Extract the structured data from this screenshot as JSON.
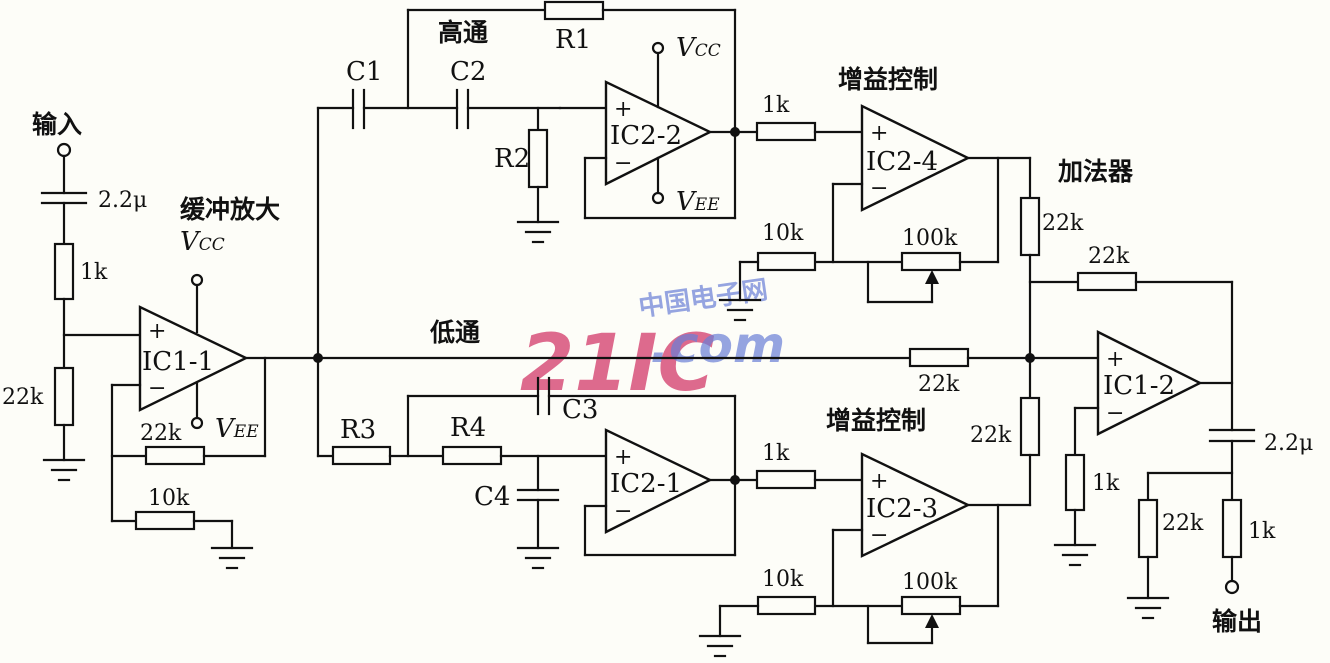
{
  "labels": {
    "input": "输入",
    "output": "输出",
    "buffer_amp": "缓冲放大",
    "high_pass": "高通",
    "low_pass": "低通",
    "gain_control_top": "增益控制",
    "gain_control_bottom": "增益控制",
    "adder": "加法器"
  },
  "opamps": {
    "ic1_1": "IC1-1",
    "ic1_2": "IC1-2",
    "ic2_1": "IC2-1",
    "ic2_2": "IC2-2",
    "ic2_3": "IC2-3",
    "ic2_4": "IC2-4"
  },
  "supplies": {
    "vcc_v": "V",
    "vcc_sub": "CC",
    "vee_v": "V",
    "vee_sub": "EE"
  },
  "components": {
    "c_in": "2.2μ",
    "r_in_series": "1k",
    "r_in_shunt": "22k",
    "r_ic11_fb": "22k",
    "r_ic11_gnd": "10k",
    "c1": "C1",
    "c2": "C2",
    "r1": "R1",
    "r2": "R2",
    "r3": "R3",
    "r4": "R4",
    "c3": "C3",
    "c4": "C4",
    "r_top_in": "1k",
    "r_bot_in": "1k",
    "r_top_gnd": "10k",
    "r_bot_gnd": "10k",
    "pot_top": "100k",
    "pot_bot": "100k",
    "r_sum_top": "22k",
    "r_sum_bot": "22k",
    "r_sum_low": "22k",
    "r_ic12_fb": "22k",
    "r_ic12_gnd": "1k",
    "c_out": "2.2μ",
    "r_out_shunt": "22k",
    "r_out_series": "1k"
  },
  "watermark": {
    "main": "21IC",
    "site_cn": "中国电子网",
    "site_dom": ".com"
  }
}
